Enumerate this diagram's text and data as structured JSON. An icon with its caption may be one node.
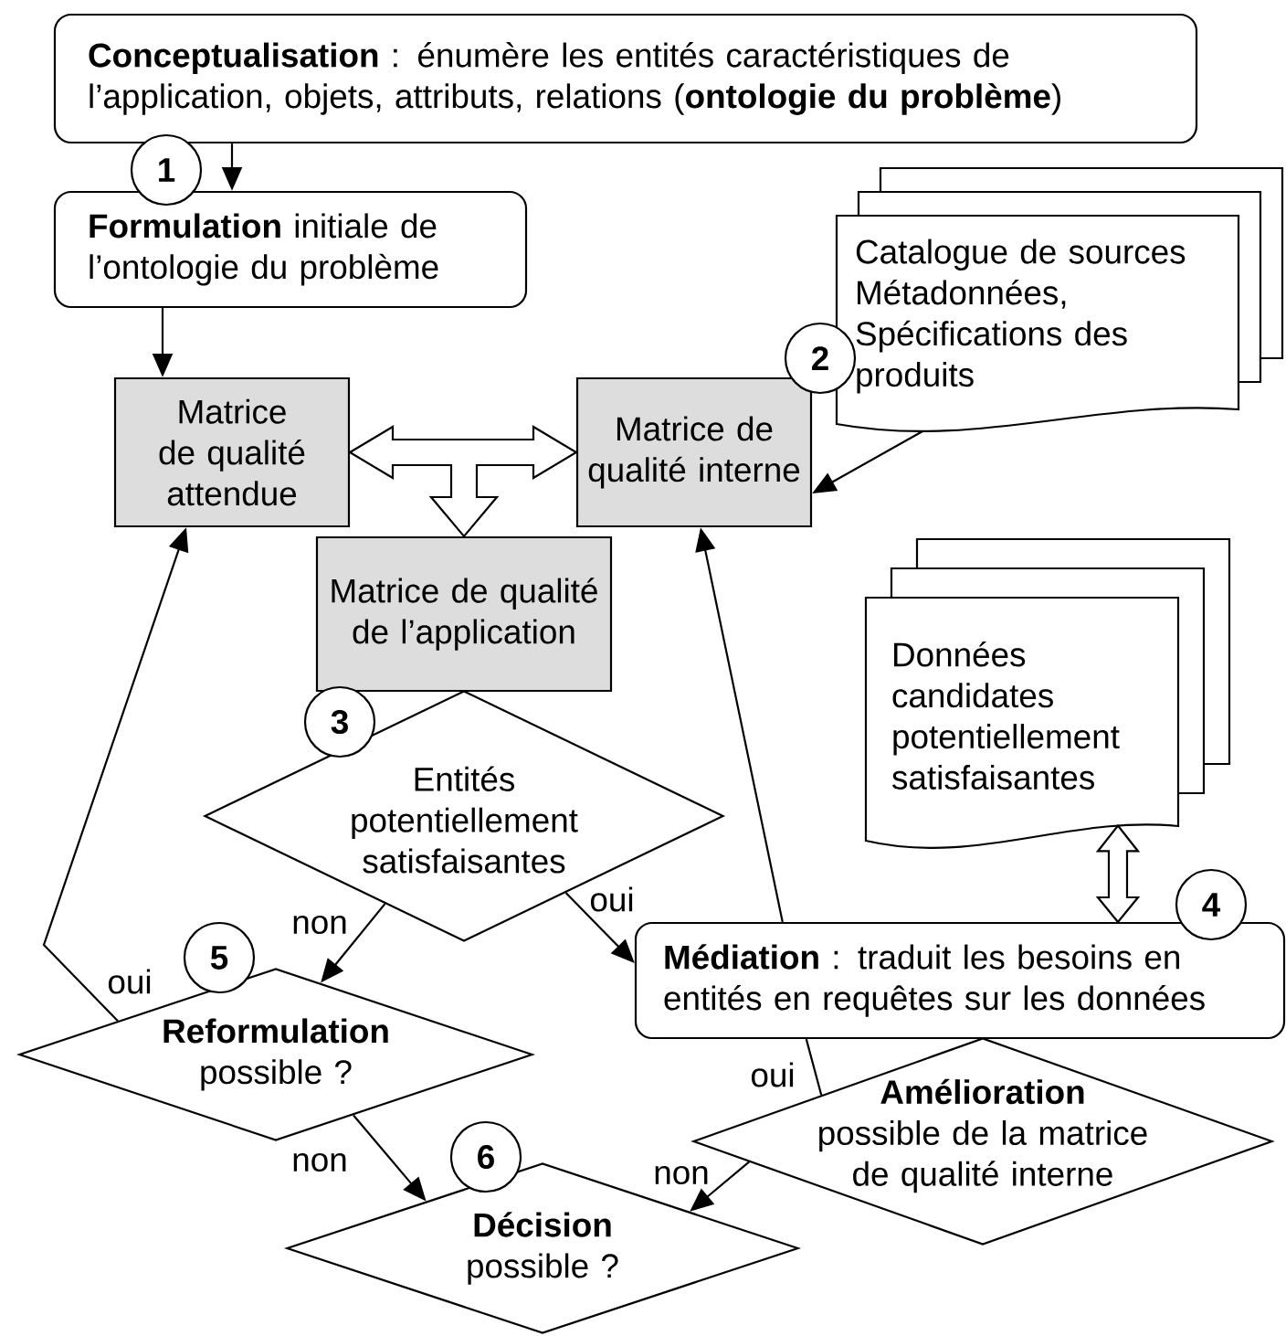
{
  "diagram": {
    "nodes": [
      {
        "text": [
          "**Conceptualisation** : énumère les entités caractéristiques de l’application, objets, attributs, relations (**ontologie du problème**)"
        ]
      },
      {
        "text": [
          "**Formulation** initiale de l’ontologie du problème"
        ]
      },
      {
        "text": [
          "Catalogue de sources Métadonnées, Spécifications des produits"
        ]
      },
      {
        "text": [
          "Matrice de qualité attendue"
        ]
      },
      {
        "text": [
          "Matrice de qualité interne"
        ]
      },
      {
        "text": [
          "Matrice de qualité de l’application"
        ]
      },
      {
        "text": [
          "Entités potentiellement satisfaisantes"
        ]
      },
      {
        "text": [
          "Données candidates potentiellement satisfaisantes"
        ]
      },
      {
        "text": [
          "**Médiation** : traduit les besoins en entités en requêtes sur les données"
        ]
      },
      {
        "text": [
          "Reformulation",
          "possible ?"
        ]
      },
      {
        "text": [
          "Amélioration",
          "possible de la matrice de qualité interne"
        ]
      },
      {
        "text": [
          "Décision",
          "possible ?"
        ]
      }
    ],
    "edges": [
      {
        "from": 0,
        "to": 1,
        "arrow": "to"
      },
      {
        "from": 1,
        "to": 3,
        "arrow": "to"
      },
      {
        "from": 2,
        "to": 4,
        "arrow": "to"
      },
      {
        "from": 3,
        "to": 4,
        "arrow": "both"
      },
      {
        "from": null,
        "to": 5,
        "arrow": "to"
      },
      {
        "from": 6,
        "to": 9,
        "arrow": "to",
        "label": "non"
      },
      {
        "from": 6,
        "to": 8,
        "arrow": "to",
        "label": "oui"
      },
      {
        "from": 9,
        "to": 3,
        "arrow": "to",
        "label": "oui"
      },
      {
        "from": 9,
        "to": 11,
        "arrow": "to",
        "label": "non"
      },
      {
        "from": 10,
        "to": 8,
        "arrow": "none",
        "label": "oui"
      },
      {
        "from": 8,
        "to": 4,
        "arrow": "to"
      },
      {
        "from": 10,
        "to": 11,
        "arrow": "to",
        "label": "non"
      },
      {
        "from": 7,
        "to": 8,
        "arrow": "both"
      }
    ],
    "labels": [
      "1",
      "2",
      "3",
      "4",
      "5",
      "6"
    ]
  }
}
